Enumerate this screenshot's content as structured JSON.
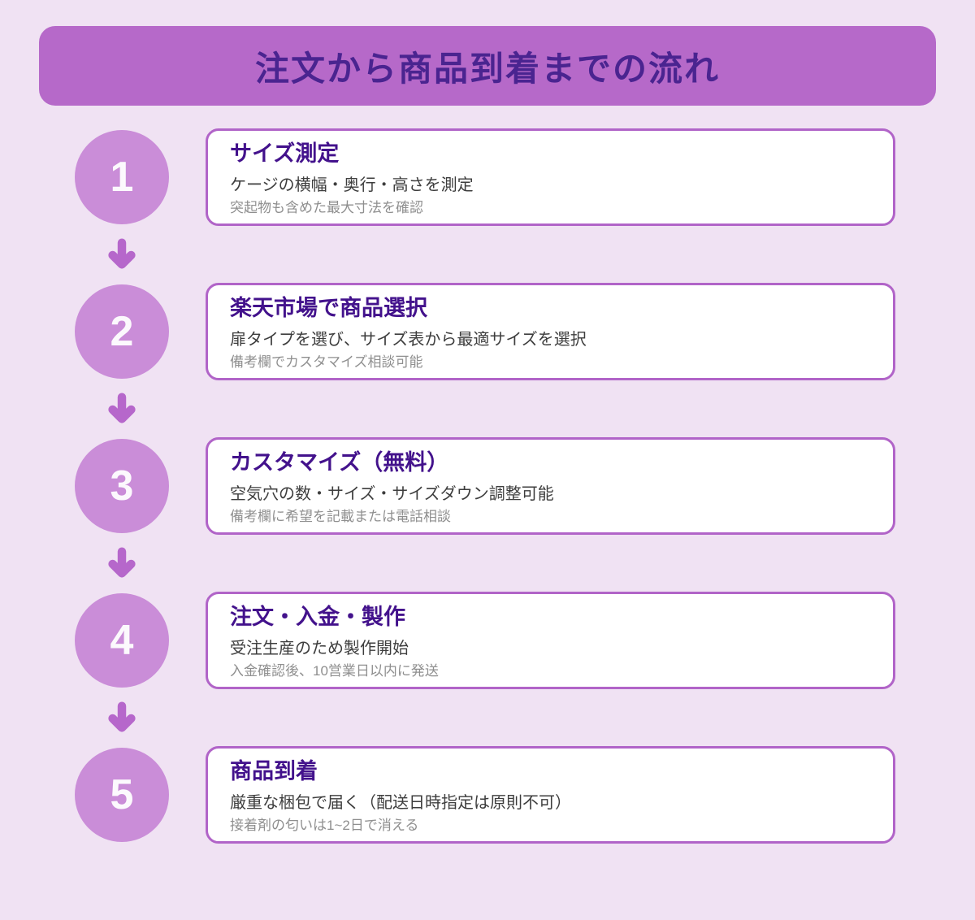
{
  "page": {
    "background_color": "#f0e2f3",
    "accent_color": "#b669c9",
    "card_border_color": "#b164c8",
    "heading_text_color": "#4a2490",
    "step_title_color": "#43128c",
    "circle_color": "#ca8dd8",
    "arrow_color": "#b667cb",
    "arrow_icon": "down-arrow"
  },
  "header": {
    "title": "注文から商品到着までの流れ"
  },
  "steps": [
    {
      "number": "1",
      "title": "サイズ測定",
      "description": "ケージの横幅・奥行・高さを測定",
      "note": "突起物も含めた最大寸法を確認"
    },
    {
      "number": "2",
      "title": "楽天市場で商品選択",
      "description": "扉タイプを選び、サイズ表から最適サイズを選択",
      "note": "備考欄でカスタマイズ相談可能"
    },
    {
      "number": "3",
      "title": "カスタマイズ（無料）",
      "description": "空気穴の数・サイズ・サイズダウン調整可能",
      "note": "備考欄に希望を記載または電話相談"
    },
    {
      "number": "4",
      "title": "注文・入金・製作",
      "description": "受注生産のため製作開始",
      "note": "入金確認後、10営業日以内に発送"
    },
    {
      "number": "5",
      "title": "商品到着",
      "description": "厳重な梱包で届く（配送日時指定は原則不可）",
      "note": "接着剤の匂いは1~2日で消える"
    }
  ]
}
